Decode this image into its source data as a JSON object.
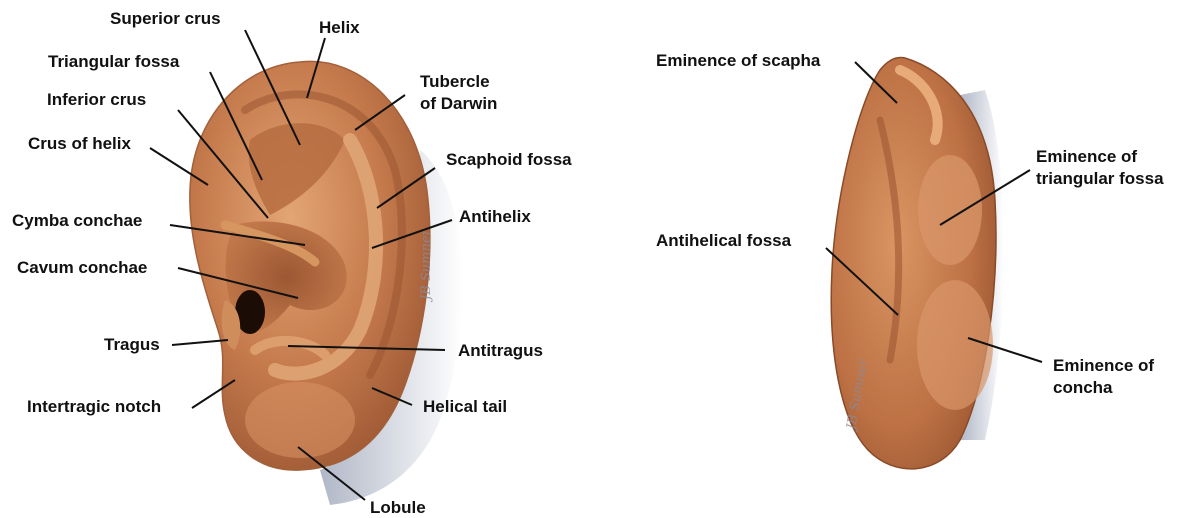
{
  "diagram": {
    "front_view": {
      "labels": {
        "superior_crus": "Superior crus",
        "helix": "Helix",
        "triangular_fossa": "Triangular fossa",
        "tubercle_of_darwin_line1": "Tubercle",
        "tubercle_of_darwin_line2": "of Darwin",
        "inferior_crus": "Inferior crus",
        "crus_of_helix": "Crus of helix",
        "scaphoid_fossa": "Scaphoid fossa",
        "cymba_conchae": "Cymba conchae",
        "antihelix": "Antihelix",
        "cavum_conchae": "Cavum conchae",
        "tragus": "Tragus",
        "antitragus": "Antitragus",
        "intertragic_notch": "Intertragic notch",
        "helical_tail": "Helical tail",
        "lobule": "Lobule"
      }
    },
    "back_view": {
      "labels": {
        "eminence_of_scapha": "Eminence of scapha",
        "eminence_of_triangular_fossa_line1": "Eminence of",
        "eminence_of_triangular_fossa_line2": "triangular fossa",
        "antihelical_fossa": "Antihelical fossa",
        "eminence_of_concha_line1": "Eminence of",
        "eminence_of_concha_line2": "concha"
      }
    },
    "signature": "JB Sumner"
  },
  "colors": {
    "skin_base": "#c57a4c",
    "skin_light": "#e0a070",
    "skin_dark": "#8a4a28",
    "shadow": "#7a86a0"
  }
}
